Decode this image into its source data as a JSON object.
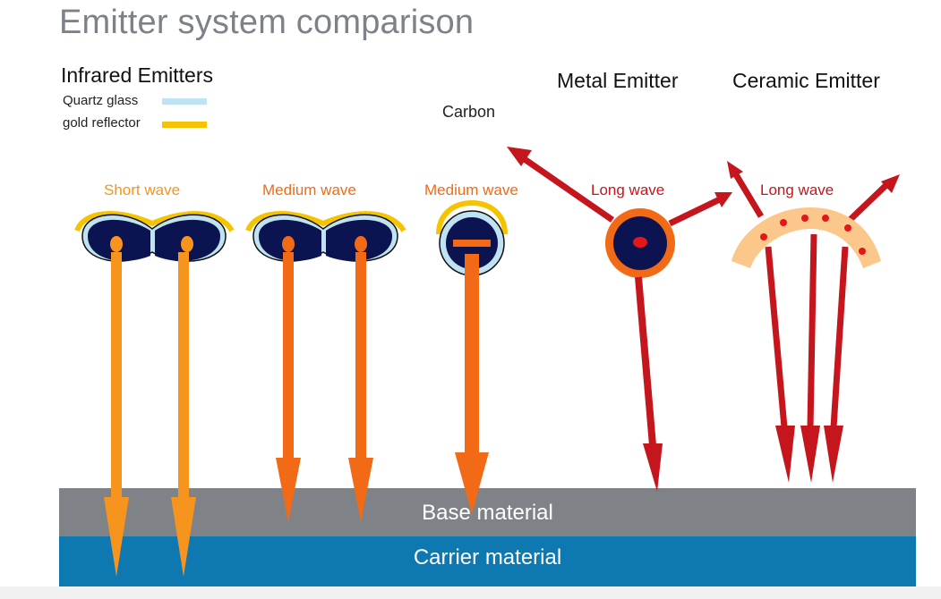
{
  "title": "Emitter system comparison",
  "infrared_heading": "Infrared Emitters",
  "legend": [
    {
      "label": "Quartz glass",
      "color": "#bfe3f2"
    },
    {
      "label": "gold reflector",
      "color": "#f5c400"
    }
  ],
  "carbon_label": "Carbon",
  "metal_heading": "Metal Emitter",
  "ceramic_heading": "Ceramic Emitter",
  "emitters": [
    {
      "label": "Short wave",
      "color": "#f7941d"
    },
    {
      "label": "Medium wave",
      "color": "#f26a16"
    },
    {
      "label": "Medium wave",
      "color": "#f26a16"
    },
    {
      "label": "Long wave",
      "color": "#c4161c"
    },
    {
      "label": "Long wave",
      "color": "#c4161c"
    }
  ],
  "base_label": "Base material",
  "carrier_label": "Carrier material",
  "colors": {
    "base": "#7f8388",
    "carrier": "#0e78b0",
    "emitter_body": "#0b1451",
    "title": "#7d8288"
  }
}
